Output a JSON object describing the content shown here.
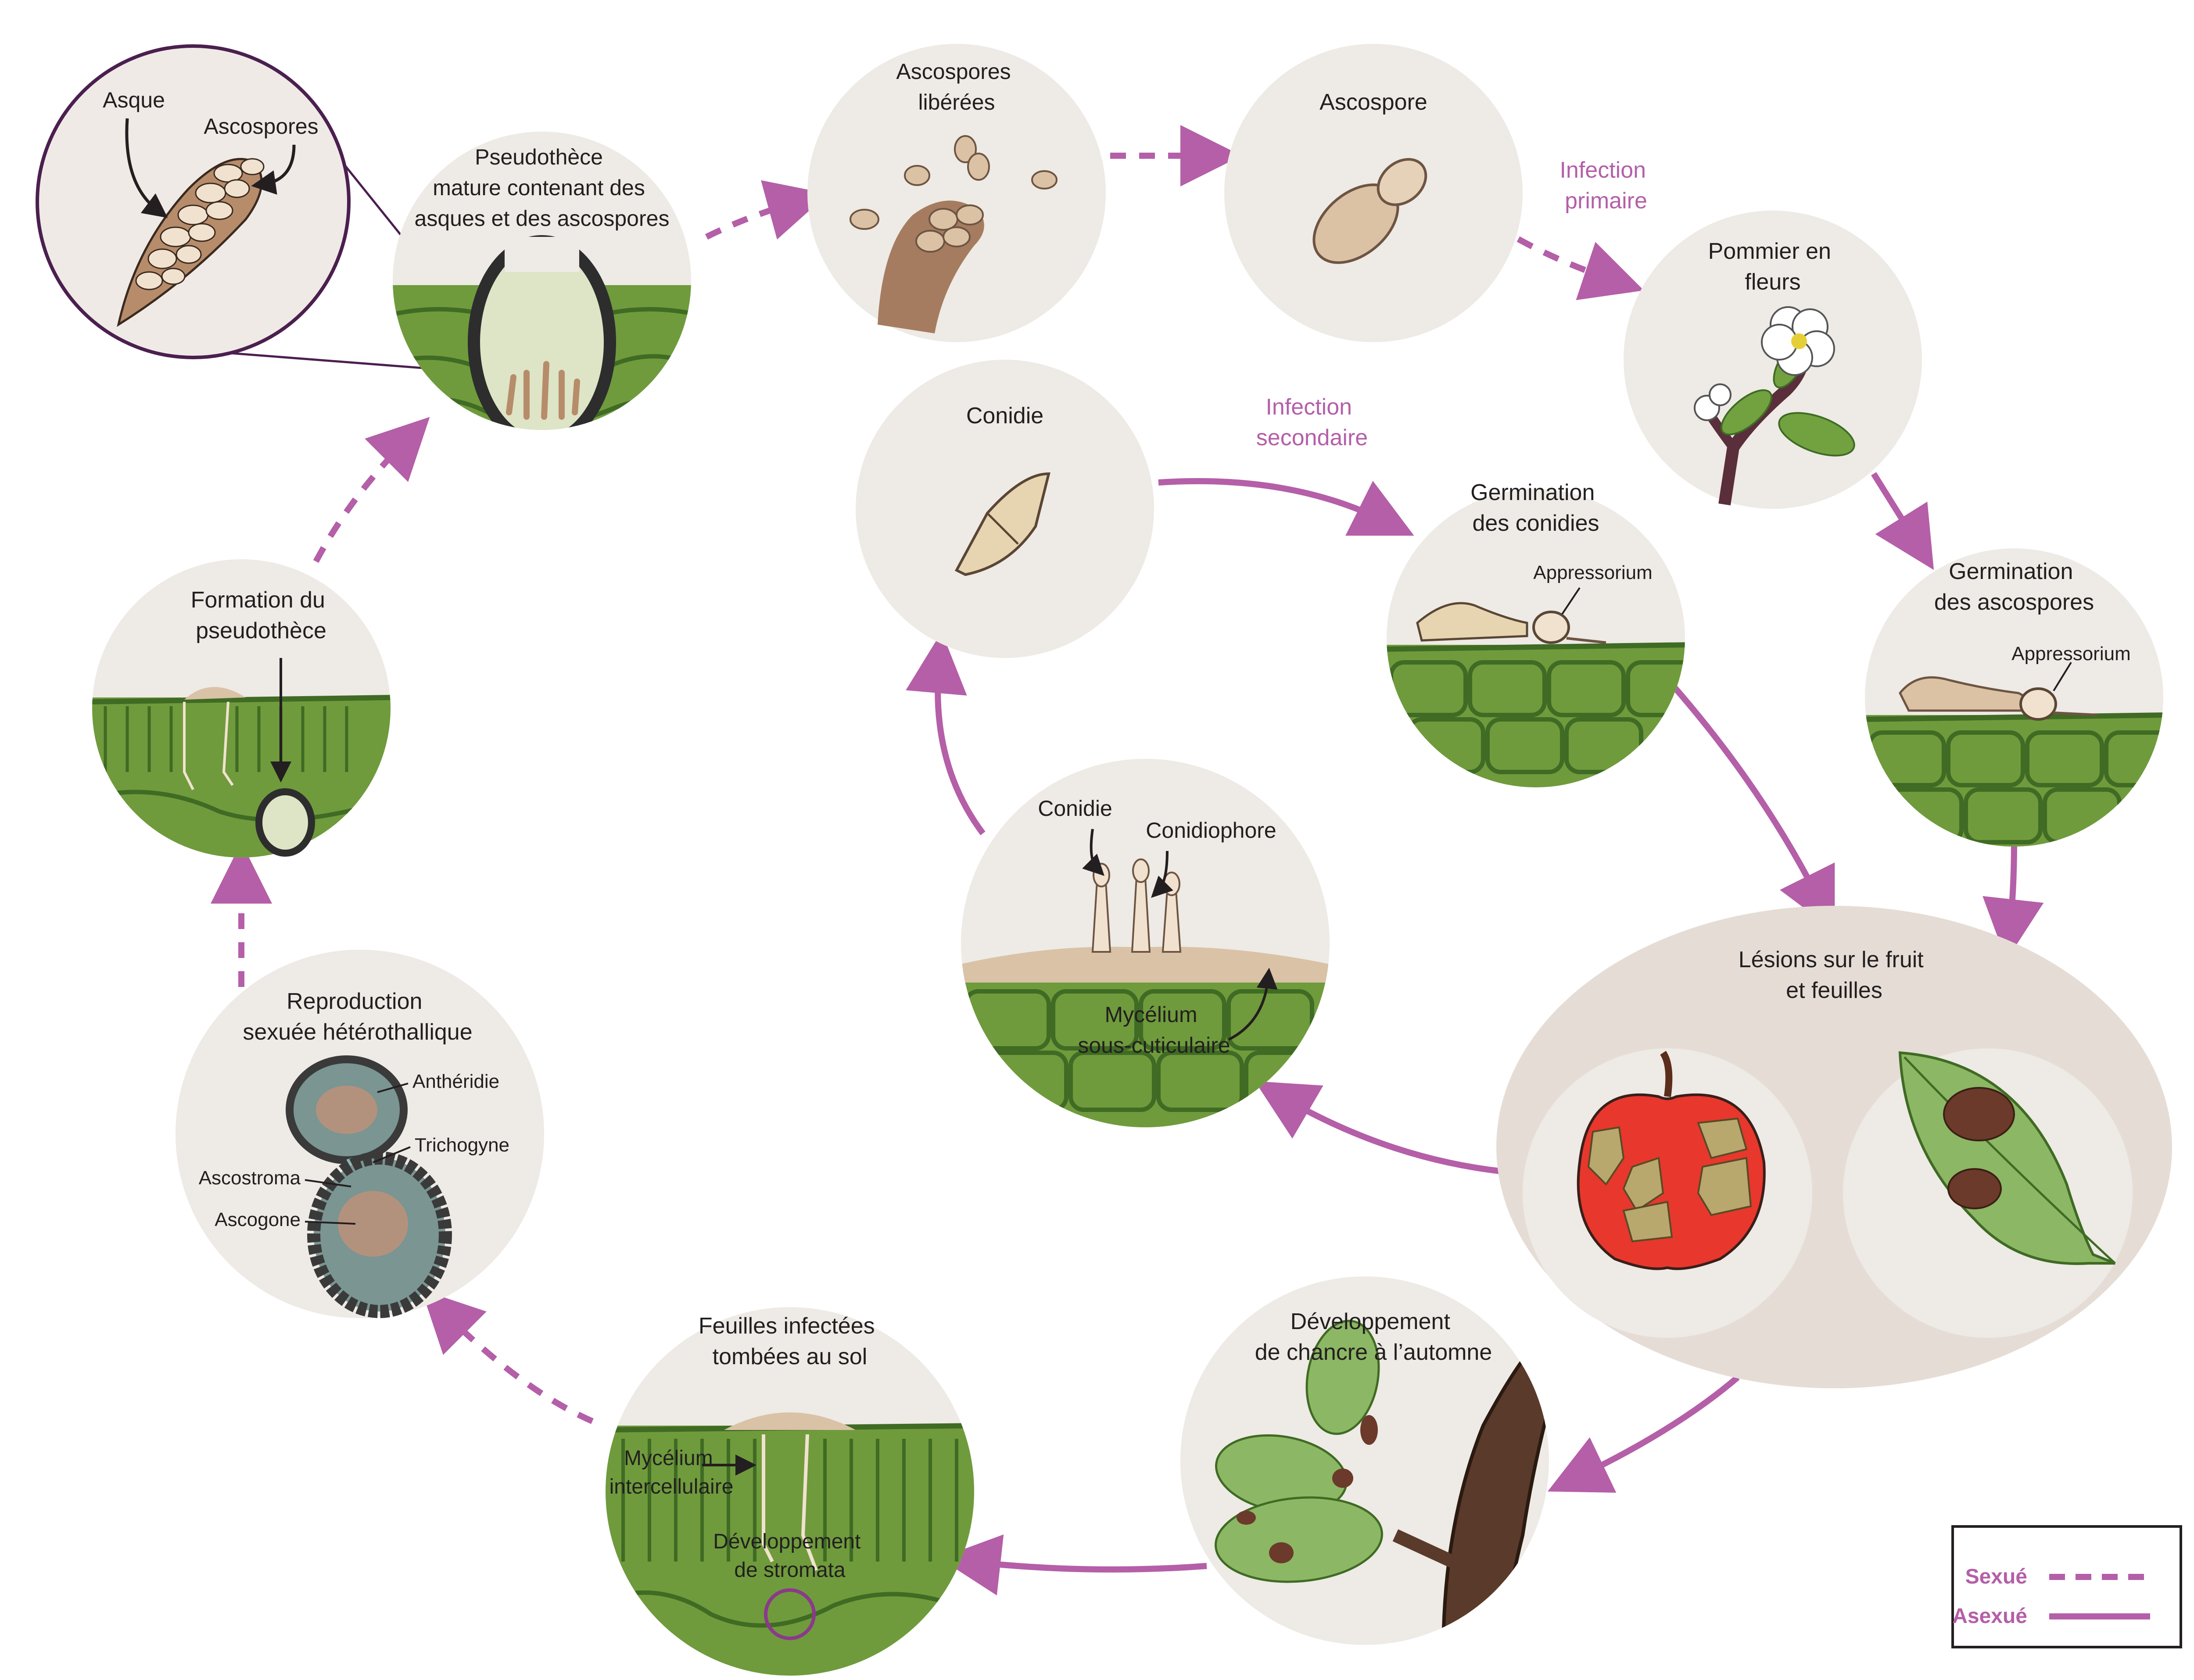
{
  "inset": {
    "asque": "Asque",
    "ascospores": "Ascospores"
  },
  "nodes": {
    "pseudotheque_mature": [
      "Pseudothèce",
      "mature contenant des",
      "asques et des ascospores"
    ],
    "ascospores_liberees": [
      "Ascospores",
      "libérées"
    ],
    "ascospore": [
      "Ascospore"
    ],
    "pommier": [
      "Pommier en",
      "fleurs"
    ],
    "germ_ascospores": [
      "Germination",
      "des ascospores"
    ],
    "conidie": [
      "Conidie"
    ],
    "germ_conidies": [
      "Germination",
      "des conidies"
    ],
    "conidiophore_node": {
      "conidie": "Conidie",
      "conidiophore": "Conidiophore",
      "mycelium": [
        "Mycélium",
        "sous-cuticulaire"
      ]
    },
    "lesions": [
      "Lésions sur le fruit",
      "et feuilles"
    ],
    "chancre": [
      "Développement",
      "de chancre à l’automne"
    ],
    "feuilles_sol": [
      "Feuilles infectées",
      "tombées au sol"
    ],
    "reproduction": [
      "Reproduction",
      "sexuée hétérothallique"
    ],
    "formation": [
      "Formation du",
      "pseudothèce"
    ]
  },
  "sub_labels": {
    "appressorium": "Appressorium",
    "antheridie": "Anthéridie",
    "trichogyne": "Trichogyne",
    "ascostroma": "Ascostroma",
    "ascogone": "Ascogone",
    "mycelium_inter": [
      "Mycélium",
      "intercellulaire"
    ],
    "stromata": [
      "Développement",
      "de stromata"
    ]
  },
  "transitions": {
    "primaire": [
      "Infection",
      "primaire"
    ],
    "secondaire": [
      "Infection",
      "secondaire"
    ]
  },
  "legend": {
    "sexue": "Sexué",
    "asexue": "Asexué"
  },
  "colors": {
    "circle": "#eeeae5",
    "leaf": "#6f9b3c",
    "leaf_dark": "#3f6b24",
    "arrow": "#b45fa8",
    "spore": "#d9c2a6",
    "outer_ellipse": "#e5ddd5",
    "apple": "#e8372c"
  }
}
